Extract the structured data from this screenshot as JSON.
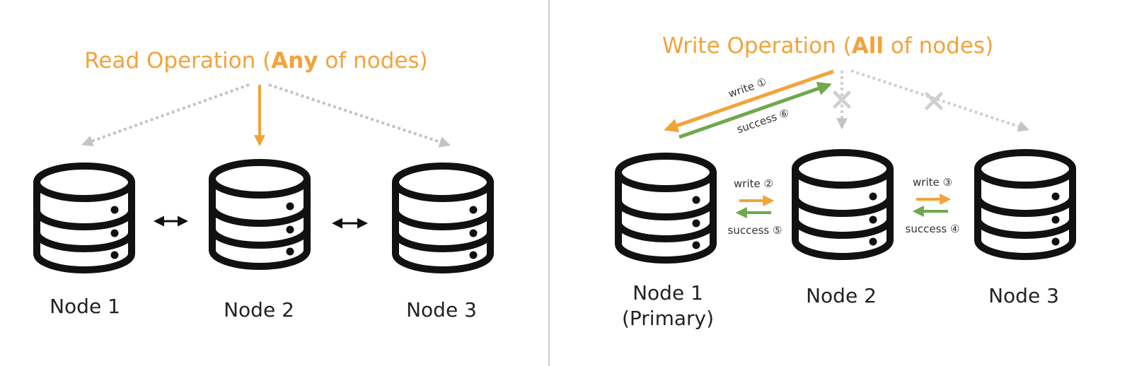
{
  "colors": {
    "accent": "#f3a33a",
    "success": "#6fa84c",
    "muted": "#c4c4c4",
    "ink": "#111111",
    "divider": "#cfcfcf"
  },
  "read": {
    "title_prefix": "Read Operation (",
    "title_bold": "Any",
    "title_suffix": " of nodes)",
    "nodes": [
      "Node 1",
      "Node 2",
      "Node 3"
    ]
  },
  "write": {
    "title_prefix": "Write Operation (",
    "title_bold": "All",
    "title_suffix": " of nodes)",
    "node1_line1": "Node 1",
    "node1_line2": "(Primary)",
    "node2": "Node 2",
    "node3": "Node 3",
    "steps": {
      "write_1": "write ①",
      "success_6": "success ⑥",
      "write_2": "write ②",
      "success_5": "success ⑤",
      "write_3": "write ③",
      "success_4": "success ④"
    }
  },
  "icons": {
    "database": "database-icon",
    "blocked": "blocked-x-icon"
  }
}
